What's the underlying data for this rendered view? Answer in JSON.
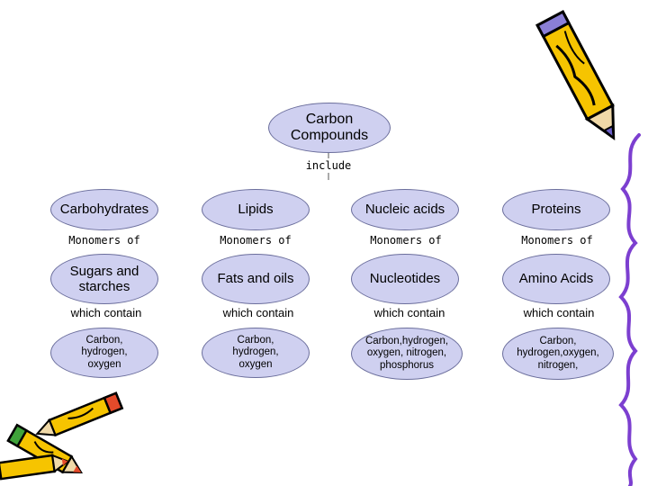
{
  "root": {
    "label": "Carbon Compounds",
    "link": "include"
  },
  "columns": [
    {
      "category": "Carbohydrates",
      "link1": "Monomers of",
      "monomer": "Sugars and starches",
      "link2": "which contain",
      "elements": "Carbon, hydrogen, oxygen"
    },
    {
      "category": "Lipids",
      "link1": "Monomers of",
      "monomer": "Fats and oils",
      "link2": "which contain",
      "elements": "Carbon, hydrogen, oxygen"
    },
    {
      "category": "Nucleic acids",
      "link1": "Monomers of",
      "monomer": "Nucleotides",
      "link2": "which contain",
      "elements": "Carbon,hydrogen, oxygen, nitrogen, phosphorus"
    },
    {
      "category": "Proteins",
      "link1": "Monomers of",
      "monomer": "Amino Acids",
      "link2": "which contain",
      "elements": "Carbon, hydrogen,oxygen, nitrogen,"
    }
  ],
  "decorations": {
    "top_right": "pencil-icon",
    "bottom_left": "pencils-icon",
    "right_edge": "squiggle-line"
  }
}
